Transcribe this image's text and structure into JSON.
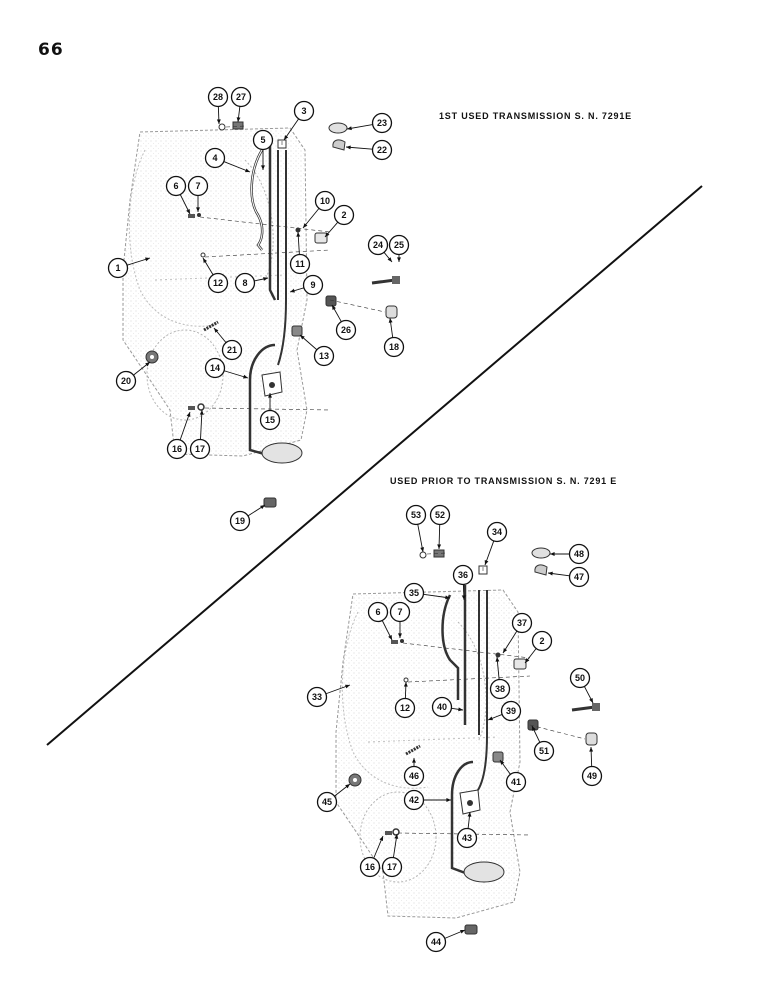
{
  "page_number": "66",
  "headings": {
    "first": "1ST USED TRANSMISSION S. N. 7291E",
    "second": "USED PRIOR TO TRANSMISSION S. N. 7291 E"
  },
  "callouts": {
    "n1": "1",
    "n2": "2",
    "n3": "3",
    "n4": "4",
    "n5": "5",
    "n6": "6",
    "n7": "7",
    "n8": "8",
    "n9": "9",
    "n10": "10",
    "n11": "11",
    "n12": "12",
    "n13": "13",
    "n14": "14",
    "n15": "15",
    "n16": "16",
    "n17": "17",
    "n18": "18",
    "n19": "19",
    "n20": "20",
    "n21": "21",
    "n22": "22",
    "n23": "23",
    "n24": "24",
    "n25": "25",
    "n26": "26",
    "n27": "27",
    "n28": "28",
    "n33": "33",
    "n34": "34",
    "n35": "35",
    "n36": "36",
    "n37": "37",
    "n38": "38",
    "n39": "39",
    "n40": "40",
    "n41": "41",
    "n42": "42",
    "n43": "43",
    "n44": "44",
    "n45": "45",
    "n46": "46",
    "n47": "47",
    "n48": "48",
    "n49": "49",
    "n50": "50",
    "n51": "51",
    "n52": "52",
    "n53": "53"
  }
}
